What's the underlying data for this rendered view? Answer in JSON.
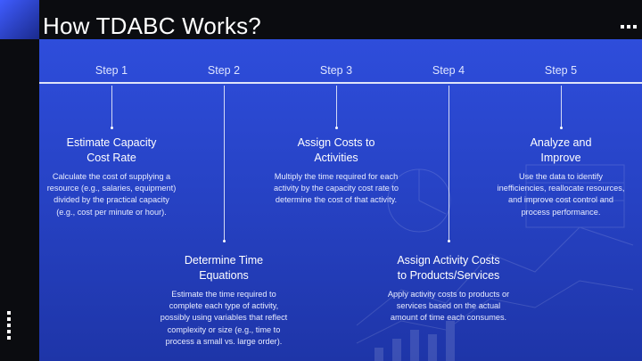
{
  "slide": {
    "title": "How TDABC Works?",
    "colors": {
      "panel": "#2a46d0",
      "accent": "#3f5cff",
      "background": "#0b0c10",
      "text": "#ffffff"
    }
  },
  "steps": [
    {
      "label": "Step 1",
      "heading_line1": "Estimate Capacity",
      "heading_line2": "Cost Rate",
      "desc_lines": [
        "Calculate the cost of supplying a",
        "resource (e.g., salaries, equipment)",
        "divided by the practical capacity",
        "(e.g., cost per minute or hour)."
      ]
    },
    {
      "label": "Step 2",
      "heading_line1": "Determine Time",
      "heading_line2": "Equations",
      "desc_lines": [
        "Estimate the time required to",
        "complete each type of activity,",
        "possibly using variables that reflect",
        "complexity or size (e.g., time to",
        "process a small vs. large order)."
      ]
    },
    {
      "label": "Step 3",
      "heading_line1": "Assign Costs to",
      "heading_line2": "Activities",
      "desc_lines": [
        "Multiply the time required for each",
        "activity by the capacity cost rate to",
        "determine the cost of that activity."
      ]
    },
    {
      "label": "Step 4",
      "heading_line1": "Assign Activity Costs",
      "heading_line2": "to Products/Services",
      "desc_lines": [
        "Apply activity costs to products or",
        "services based on the actual",
        "amount of time each consumes."
      ]
    },
    {
      "label": "Step 5",
      "heading_line1": "Analyze and",
      "heading_line2": "Improve",
      "desc_lines": [
        "Use the data to identify",
        "inefficiencies, reallocate resources,",
        "and improve cost control and",
        "process performance."
      ]
    }
  ]
}
